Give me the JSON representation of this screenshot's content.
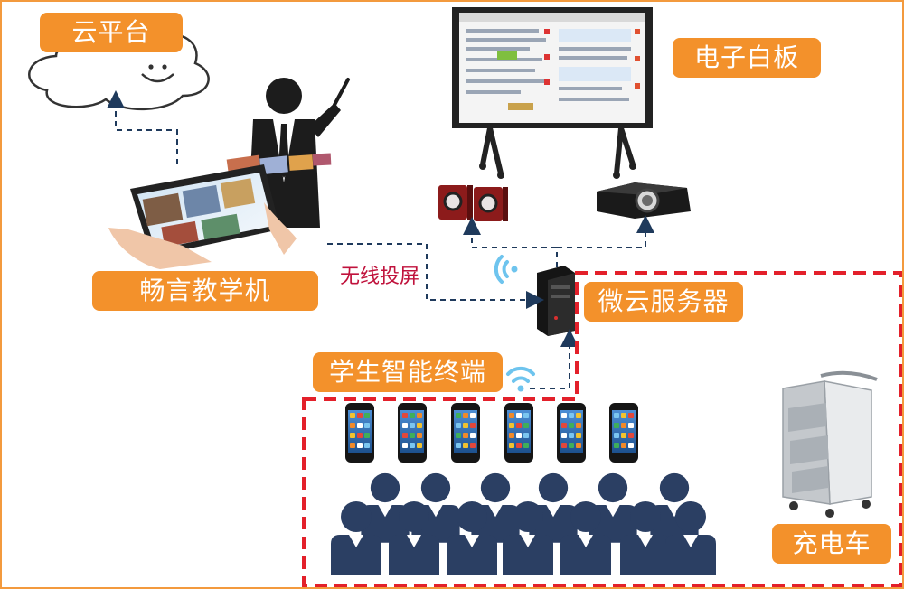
{
  "labels": {
    "cloud": "云平台",
    "whiteboard": "电子白板",
    "teacher_device": "畅言教学机",
    "wireless": "无线投屏",
    "server": "微云服务器",
    "student_terminal": "学生智能终端",
    "charging_cart": "充电车"
  },
  "colors": {
    "tag": "#f3912b",
    "dashed_box": "#e3202a",
    "arrow": "#1f3a5c",
    "wifi": "#6ec4ee",
    "figures": "#2b3f63",
    "wireless_text": "#c0123c"
  },
  "icons": {
    "cloud": "cloud-icon",
    "teacher": "teacher-figure-icon",
    "tablet": "tablet-icon",
    "whiteboard": "whiteboard-icon",
    "speakers": "speakers-icon",
    "projector": "projector-icon",
    "server": "server-tower-icon",
    "wifi": "wifi-icon",
    "phone": "phone-icon",
    "students": "student-figure-icon",
    "cart": "charging-cart-icon"
  }
}
